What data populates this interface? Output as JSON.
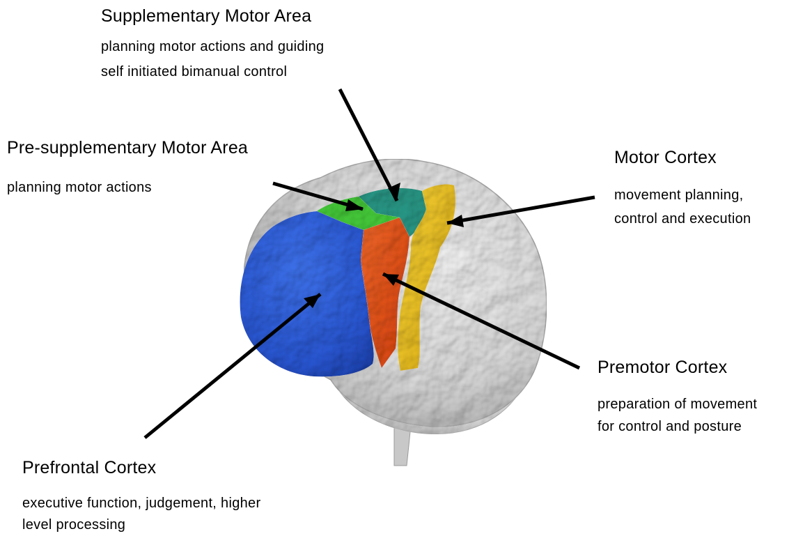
{
  "labels": {
    "sma": {
      "title": "Supplementary Motor Area",
      "line1": "planning motor actions and guiding",
      "line2": "self initiated bimanual control"
    },
    "presma": {
      "title": "Pre-supplementary Motor Area",
      "line1": "planning motor actions"
    },
    "motor": {
      "title": "Motor Cortex",
      "line1": "movement planning,",
      "line2": "control and execution"
    },
    "premotor": {
      "title": "Premotor Cortex",
      "line1": "preparation of movement",
      "line2": "for control and posture"
    },
    "prefrontal": {
      "title": "Prefrontal Cortex",
      "line1": "executive function, judgement, higher",
      "line2": "level processing"
    }
  },
  "colors": {
    "background": "#ffffff",
    "brain": "#d9d9d9",
    "prefrontal": "#2a5ad8",
    "premotor": "#ea4f14",
    "motor": "#f2c21c",
    "sma": "#2a9a88",
    "presma": "#46cc3a",
    "arrow": "#000000"
  },
  "icons": {
    "brain": "brain-3d-render"
  }
}
